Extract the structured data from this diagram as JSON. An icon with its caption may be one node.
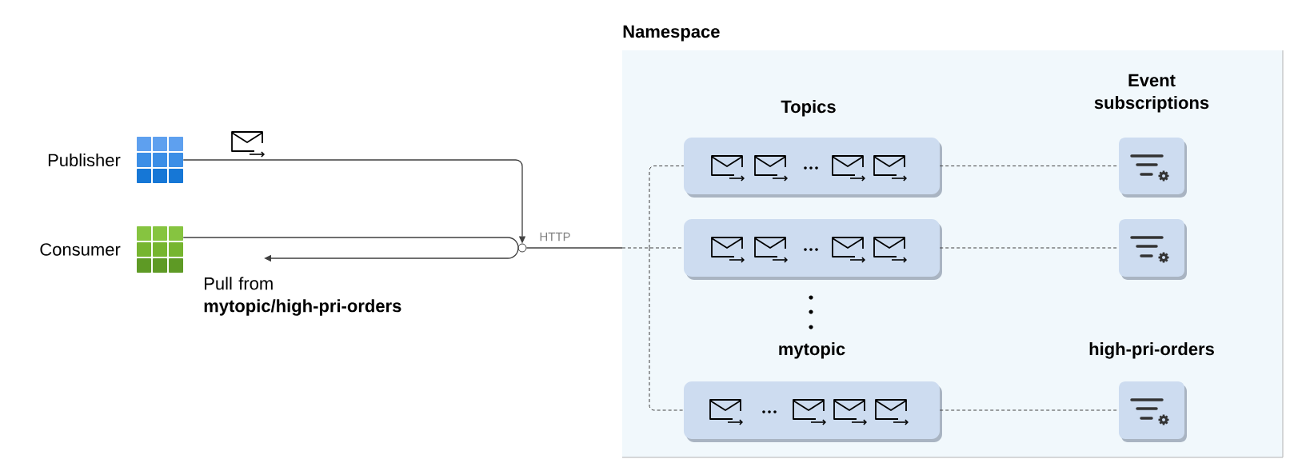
{
  "diagram": {
    "nodes": [
      {
        "text": [
          "Namespace"
        ]
      },
      {
        "text": [
          "Publisher"
        ]
      },
      {
        "text": [
          "Consumer"
        ]
      },
      {
        "text": [],
        "shape": "circle"
      },
      {
        "text": [],
        "shape": "box",
        "in": 0
      },
      {
        "text": [],
        "shape": "box",
        "in": 0
      },
      {
        "text": [],
        "shape": "box",
        "in": 0
      },
      {
        "text": [],
        "shape": "box",
        "in": 0
      },
      {
        "text": [
          "mytopic"
        ],
        "in": 0
      },
      {
        "text": [
          "high-pri-orders"
        ],
        "in": 0
      }
    ],
    "edges": [
      {
        "from": 1,
        "to": 3,
        "arrow": "to"
      },
      {
        "from": 2,
        "to": null,
        "arrow": "to",
        "label": "Pull from **mytopic/high-pri-orders**"
      },
      {
        "from": 3,
        "to": 4,
        "arrow": "none",
        "style": "dashed"
      },
      {
        "from": 3,
        "to": 6,
        "arrow": "none",
        "style": "dashed",
        "label": "HTTP"
      },
      {
        "from": 3,
        "to": 8,
        "arrow": "none",
        "style": "dashed"
      },
      {
        "from": 4,
        "to": 5,
        "arrow": "none",
        "style": "dashed"
      },
      {
        "from": 6,
        "to": 7,
        "arrow": "none",
        "style": "dashed"
      },
      {
        "from": 8,
        "to": 9,
        "arrow": "none",
        "style": "dashed"
      }
    ],
    "labels": [
      "Topics",
      "Event subscriptions"
    ]
  }
}
